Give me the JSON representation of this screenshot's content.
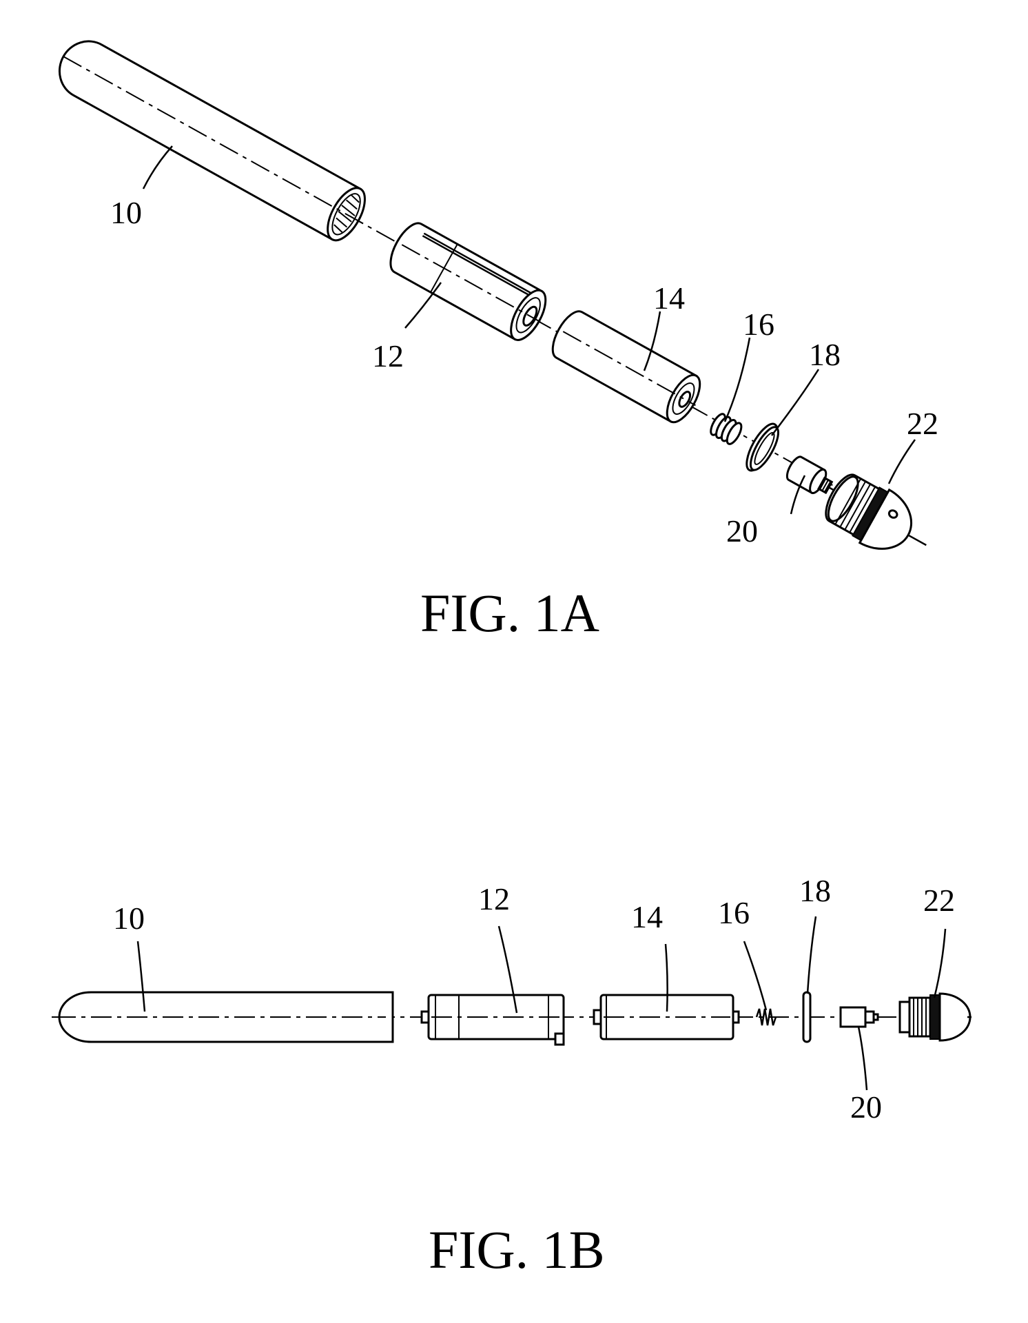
{
  "figure_1a": {
    "caption": "FIG. 1A",
    "labels": {
      "tube": "10",
      "cartridge": "12",
      "battery": "14",
      "spring": "16",
      "ring": "18",
      "lamp": "20",
      "cap": "22"
    }
  },
  "figure_1b": {
    "caption": "FIG. 1B",
    "labels": {
      "tube": "10",
      "cartridge": "12",
      "battery": "14",
      "spring": "16",
      "ring": "18",
      "lamp": "20",
      "cap": "22"
    }
  }
}
